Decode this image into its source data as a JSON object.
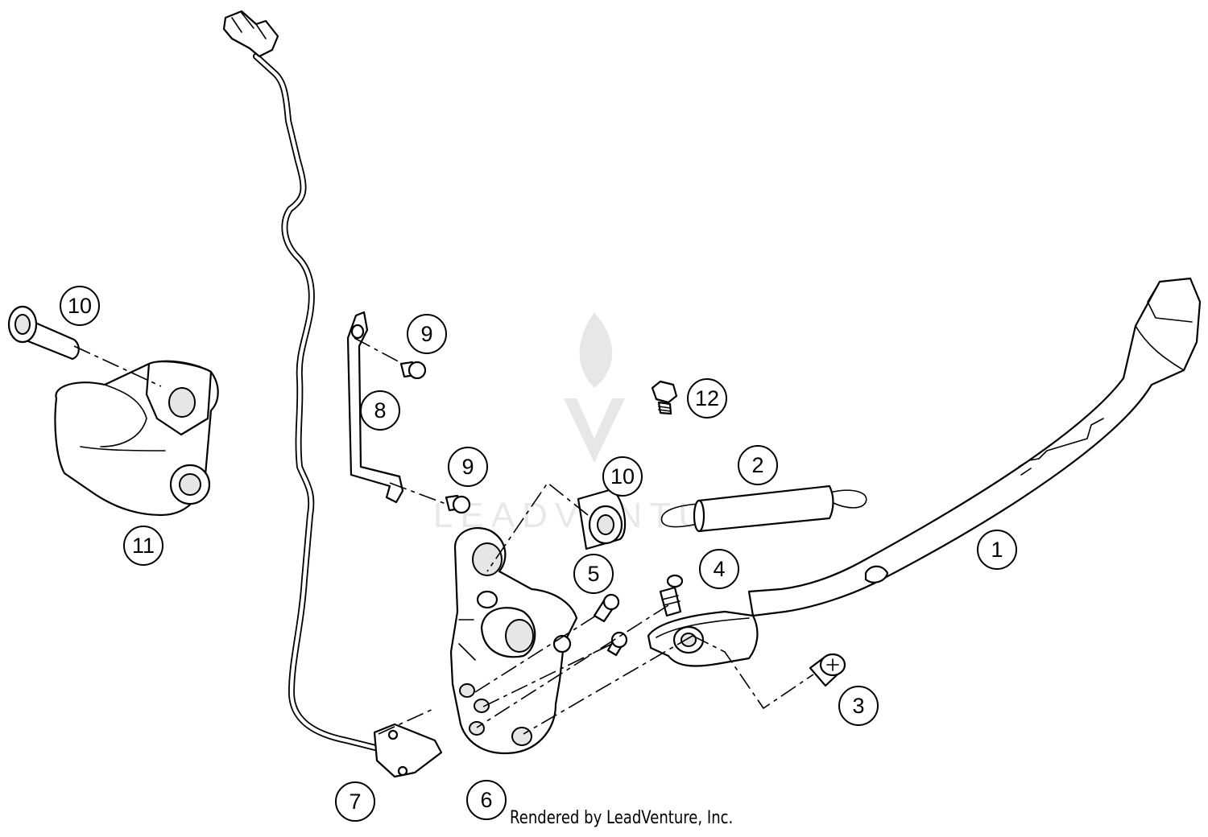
{
  "callouts": [
    {
      "id": "1",
      "label": "1"
    },
    {
      "id": "2",
      "label": "2"
    },
    {
      "id": "3",
      "label": "3"
    },
    {
      "id": "4",
      "label": "4"
    },
    {
      "id": "5",
      "label": "5"
    },
    {
      "id": "6",
      "label": "6"
    },
    {
      "id": "7",
      "label": "7"
    },
    {
      "id": "8",
      "label": "8"
    },
    {
      "id": "9a",
      "label": "9"
    },
    {
      "id": "9b",
      "label": "9"
    },
    {
      "id": "10a",
      "label": "10"
    },
    {
      "id": "10b",
      "label": "10"
    },
    {
      "id": "11",
      "label": "11"
    },
    {
      "id": "12",
      "label": "12"
    }
  ],
  "watermark": {
    "text": "LEADVENTURE"
  },
  "footer": {
    "credit": "Rendered by LeadVenture, Inc."
  }
}
